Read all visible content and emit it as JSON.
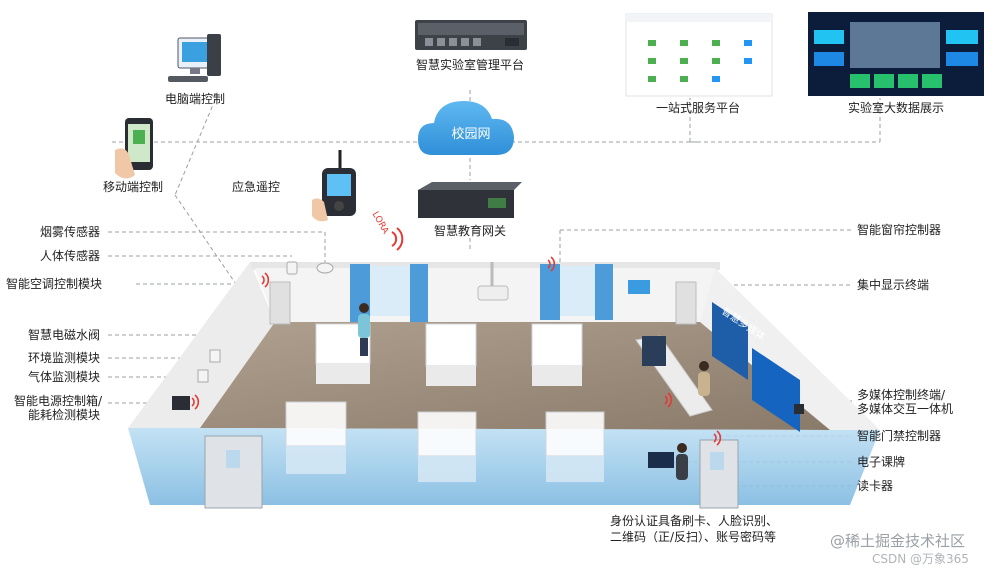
{
  "colors": {
    "accent": "#3a9be0",
    "dashed": "#9aa0a6",
    "glass": "#9ccbea",
    "floor": "#9a8a7a"
  },
  "top": {
    "pc": "电脑端控制",
    "mobile": "移动端控制",
    "remote": "应急遥控",
    "lora": "LORA",
    "server": "智慧实验室管理平台",
    "cloud": "校园网",
    "gateway": "智慧教育网关",
    "one_stop": "一站式服务平台",
    "bigdata": "实验室大数据展示"
  },
  "left_labels": [
    "烟雾传感器",
    "人体传感器",
    "智能空调控制模块",
    "智慧电磁水阀",
    "环境监测模块",
    "气体监测模块",
    "智能电源控制箱/",
    "能耗检测模块"
  ],
  "right_labels": [
    "智能窗帘控制器",
    "集中显示终端",
    "多媒体控制终端/",
    "多媒体交互一体机",
    "智能门禁控制器",
    "电子课牌",
    "读卡器"
  ],
  "bottom_note": [
    "身份认证具备刷卡、人脸识别、",
    "二维码（正/反扫）、账号密码等"
  ],
  "screen_text": "智慧多媒体",
  "watermark": "@稀土掘金技术社区",
  "watermark2": "CSDN @万象365"
}
